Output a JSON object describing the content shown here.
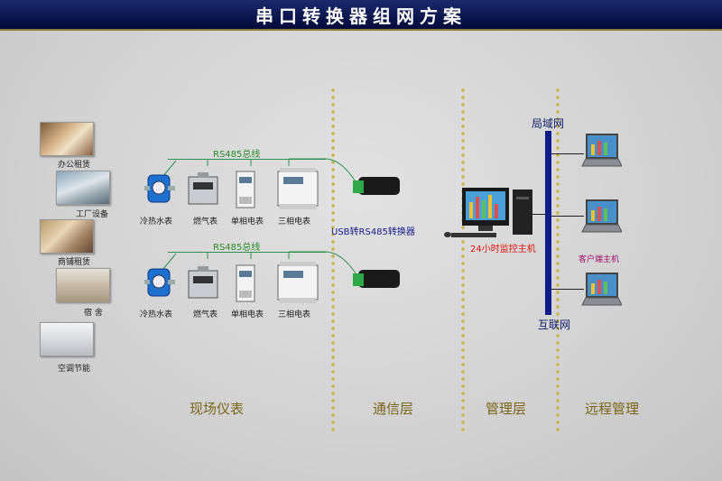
{
  "title": "串口转换器组网方案",
  "scenes": [
    {
      "label": "办公租赁"
    },
    {
      "label": "工厂设备"
    },
    {
      "label": "商铺租赁"
    },
    {
      "label": "宿  舍"
    },
    {
      "label": "空调节能"
    }
  ],
  "bus_label": "RS485总线",
  "meters": [
    "冷热水表",
    "燃气表",
    "单相电表",
    "三相电表"
  ],
  "converter_label": "USB转RS485转换器",
  "host_label": "24小时监控主机",
  "lan_label": "局域网",
  "internet_label": "互联网",
  "client_label": "客户端主机",
  "layers": [
    "现场仪表",
    "通信层",
    "管理层",
    "远程管理"
  ],
  "colors": {
    "title_bg": "#020a3a",
    "layer_text": "#7a6518",
    "bus_green": "#2a8a2a",
    "network_bar": "#101c8a",
    "host_red": "#e01010",
    "client_purple": "#a0106a"
  }
}
